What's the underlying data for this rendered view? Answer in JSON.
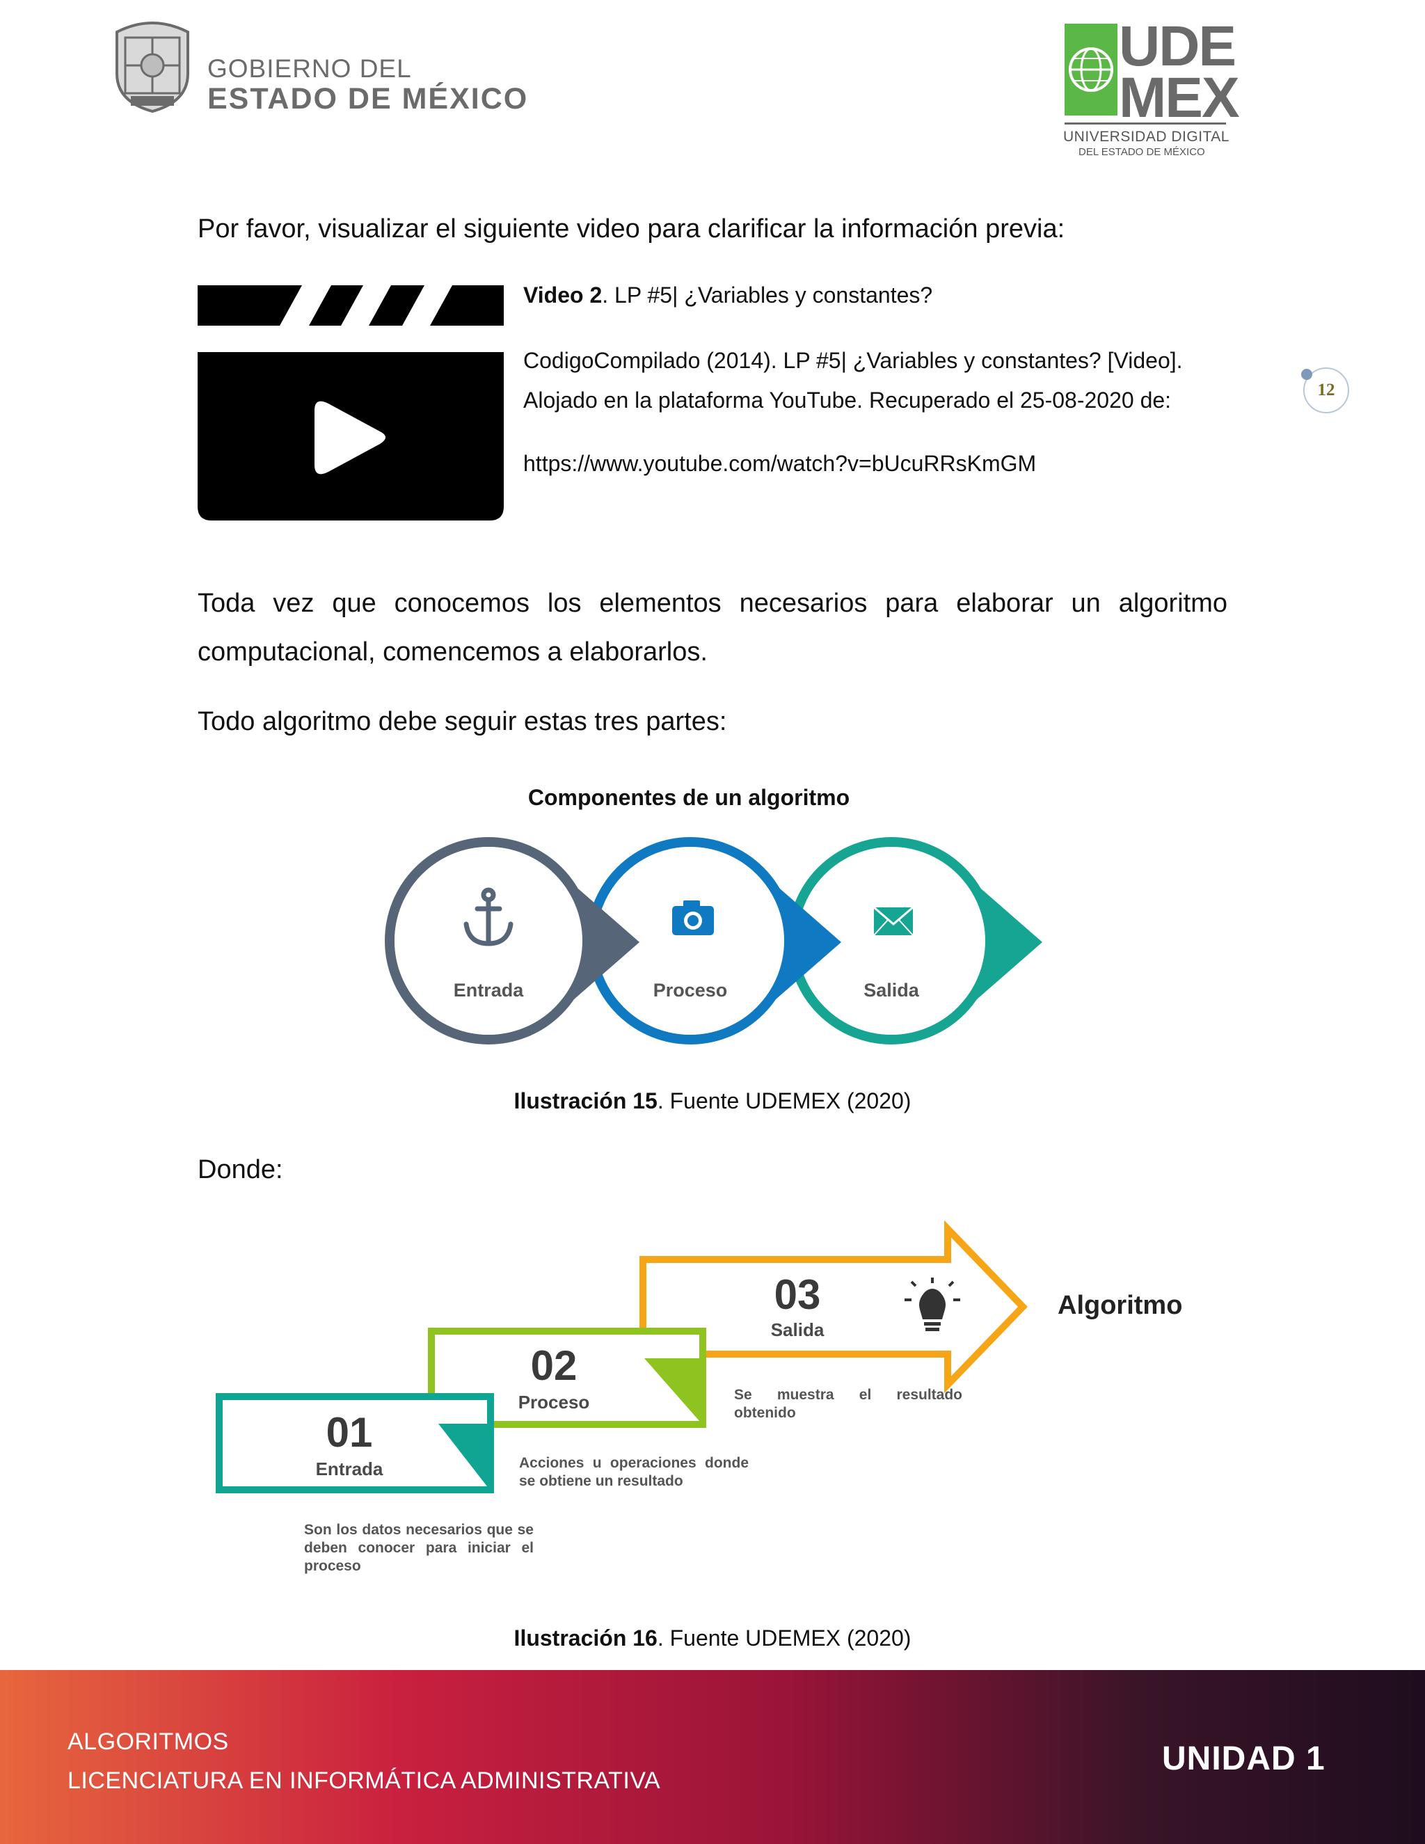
{
  "header": {
    "gov_line1": "GOBIERNO DEL",
    "gov_line2": "ESTADO DE MÉXICO",
    "udemex_line1": "UDE",
    "udemex_line2": "MEX",
    "udemex_sub1": "UNIVERSIDAD DIGITAL",
    "udemex_sub2": "DEL ESTADO DE MÉXICO"
  },
  "page_number": "12",
  "intro": "Por favor, visualizar el siguiente video para clarificar la información previa:",
  "video": {
    "label": "Video 2",
    "title": ". LP #5| ¿Variables y constantes?",
    "reference_line1": "CodigoCompilado (2014). LP #5| ¿Variables y constantes? [Video].",
    "reference_line2": "Alojado en la plataforma YouTube. Recuperado el 25-08-2020 de:",
    "url": "https://www.youtube.com/watch?v=bUcuRRsKmGM"
  },
  "paragraph1": "Toda vez que conocemos los elementos necesarios para elaborar un algoritmo computacional, comencemos a elaborarlos.",
  "paragraph2": "Todo algoritmo debe seguir estas tres partes:",
  "diagram1": {
    "title": "Componentes de un algoritmo",
    "items": [
      {
        "label": "Entrada",
        "icon": "anchor-icon",
        "color": "#566577"
      },
      {
        "label": "Proceso",
        "icon": "camera-icon",
        "color": "#0f7ac2"
      },
      {
        "label": "Salida",
        "icon": "envelope-icon",
        "color": "#17a593"
      }
    ]
  },
  "caption1": {
    "bold": "Ilustración 15",
    "rest": ". Fuente UDEMEX (2020)"
  },
  "donde": "Donde:",
  "diagram2": {
    "result_label": "Algoritmo",
    "steps": [
      {
        "num": "01",
        "label": "Entrada",
        "desc": "Son los datos necesarios que se deben conocer para iniciar el proceso",
        "color": "#10a592"
      },
      {
        "num": "02",
        "label": "Proceso",
        "desc": "Acciones u operaciones donde se obtiene un resultado",
        "color": "#8fc31f"
      },
      {
        "num": "03",
        "label": "Salida",
        "desc": "Se muestra el resultado obtenido",
        "color": "#f5a516",
        "icon": "lightbulb-icon"
      }
    ]
  },
  "caption2": {
    "bold": "Ilustración 16",
    "rest": ". Fuente UDEMEX (2020)"
  },
  "footer": {
    "course": "ALGORITMOS",
    "program": "LICENCIATURA EN INFORMÁTICA ADMINISTRATIVA",
    "unit": "UNIDAD 1"
  }
}
